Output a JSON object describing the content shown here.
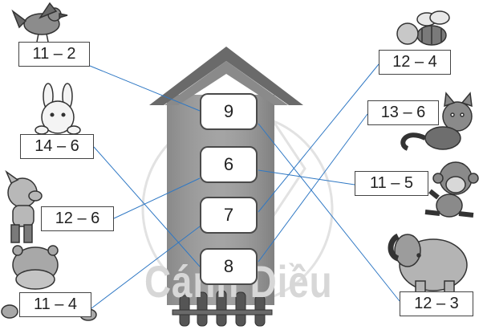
{
  "house_numbers": [
    "9",
    "6",
    "7",
    "8"
  ],
  "expressions": {
    "bird": "11 – 2",
    "rabbit": "14 – 6",
    "pig": "12 – 6",
    "hippo": "11 – 4",
    "bee": "12 – 4",
    "cat": "13 – 6",
    "monkey": "11 – 5",
    "elephant": "12 – 3"
  },
  "watermark": "Cánh Diều",
  "colors": {
    "line": "#2f78c4",
    "house": "#8e8e8e",
    "roof": "#5e5e5e"
  }
}
